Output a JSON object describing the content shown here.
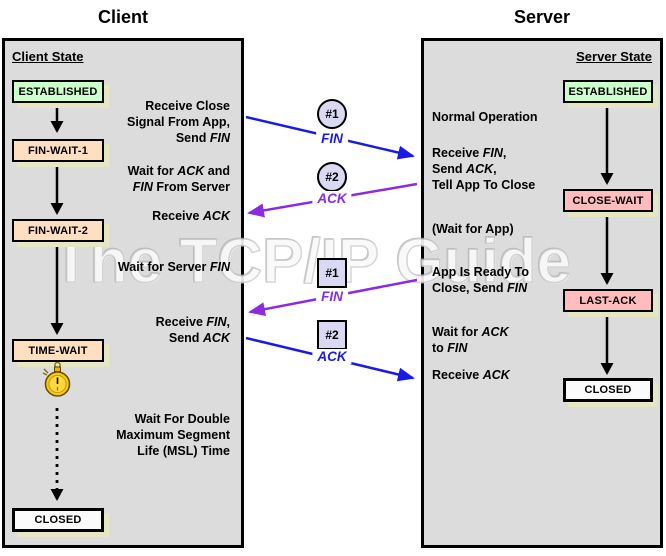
{
  "watermark_text": "The TCP/IP Guide",
  "client": {
    "title": "Client",
    "panel_heading": "Client State",
    "states": [
      "ESTABLISHED",
      "FIN-WAIT-1",
      "FIN-WAIT-2",
      "TIME-WAIT",
      "CLOSED"
    ],
    "notes": [
      [
        "Receive Close",
        "Signal From App,",
        "Send *FIN*"
      ],
      [
        "Wait for *ACK* and",
        "*FIN* From Server"
      ],
      [
        "Receive *ACK*"
      ],
      [
        "Wait for Server *FIN*"
      ],
      [
        "Receive *FIN*,",
        "Send *ACK*"
      ],
      [
        "Wait For Double",
        "Maximum Segment",
        "Life (MSL) Time"
      ]
    ]
  },
  "server": {
    "title": "Server",
    "panel_heading": "Server State",
    "states": [
      "ESTABLISHED",
      "CLOSE-WAIT",
      "LAST-ACK",
      "CLOSED"
    ],
    "notes": [
      [
        "Normal Operation"
      ],
      [
        "Receive *FIN*,",
        "Send *ACK*,",
        "Tell App To Close"
      ],
      [
        "(Wait for App)"
      ],
      [
        "App Is Ready To",
        "Close, Send *FIN*"
      ],
      [
        "Wait for *ACK*",
        "to *FIN*"
      ],
      [
        "Receive *ACK*"
      ]
    ]
  },
  "messages": [
    {
      "marker": "#1",
      "label": "FIN",
      "shape": "circle",
      "direction": "client-to-server",
      "color": "#1a1ae6"
    },
    {
      "marker": "#2",
      "label": "ACK",
      "shape": "circle",
      "direction": "server-to-client",
      "color": "#8a2be2"
    },
    {
      "marker": "#1",
      "label": "FIN",
      "shape": "square",
      "direction": "server-to-client",
      "color": "#8a2be2"
    },
    {
      "marker": "#2",
      "label": "ACK",
      "shape": "square",
      "direction": "client-to-server",
      "color": "#1a1ae6"
    }
  ],
  "colors": {
    "panel_background": "#dcdcdc",
    "established_fill": "#ccffcc",
    "client_wait_fill": "#ffdfc0",
    "server_wait_fill": "#ffbcbc",
    "closed_fill": "#fbfbfb",
    "box_shadow": "#e6e6c3",
    "send_arrow_blue": "#1a1ae6",
    "return_arrow_purple": "#8a2be2",
    "marker_fill": "#d9d9f3",
    "stopwatch_gold": "#f5c518"
  }
}
